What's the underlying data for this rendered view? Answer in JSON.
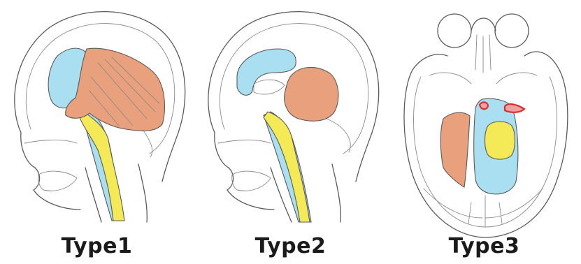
{
  "labels": {
    "type1": "Type1",
    "type2": "Type2",
    "type3": "Type3"
  },
  "colors": {
    "blue_region": "#a9dff0",
    "orange_region": "#e9a07c",
    "yellow_region": "#f4ea58",
    "red_vessel": "#d83030",
    "outline": "#5a5a5a"
  }
}
